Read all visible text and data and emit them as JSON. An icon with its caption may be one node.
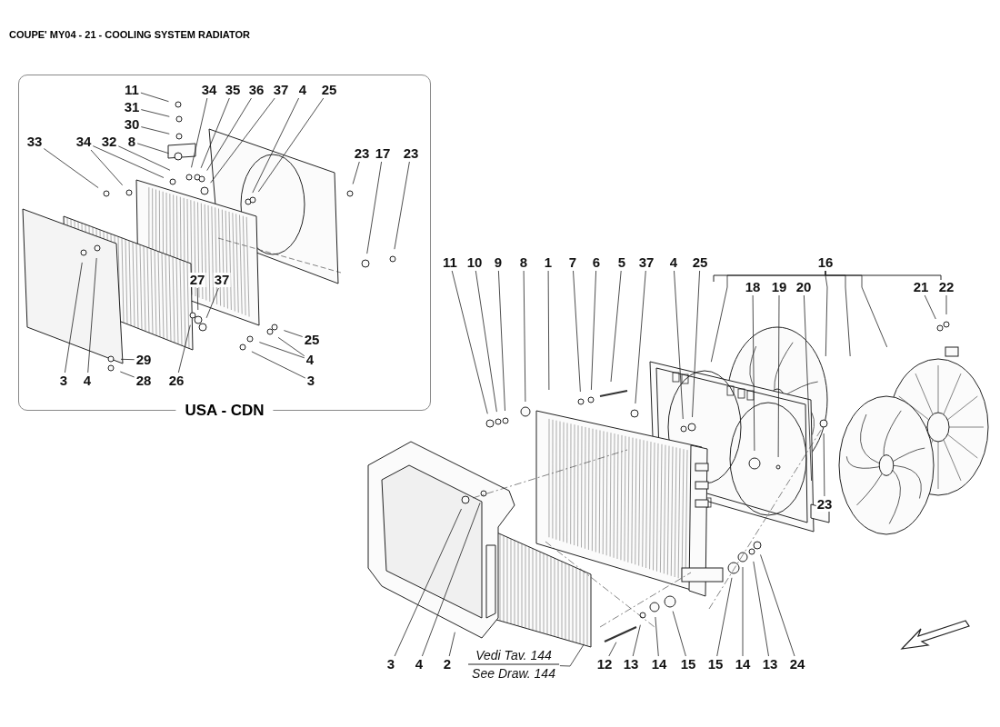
{
  "diagram": {
    "title": "COUPE' MY04 - 21 - COOLING SYSTEM RADIATOR",
    "nodes": [
      {
        "text": [
          "USA - CDN"
        ]
      },
      {
        "text": [
          "11"
        ],
        "in": 0
      },
      {
        "text": [
          "34"
        ],
        "in": 0
      },
      {
        "text": [
          "35"
        ],
        "in": 0
      },
      {
        "text": [
          "36"
        ],
        "in": 0
      },
      {
        "text": [
          "37"
        ],
        "in": 0
      },
      {
        "text": [
          "4"
        ],
        "in": 0
      },
      {
        "text": [
          "25"
        ],
        "in": 0
      },
      {
        "text": [
          "31"
        ],
        "in": 0
      },
      {
        "text": [
          "30"
        ],
        "in": 0
      },
      {
        "text": [
          "33"
        ],
        "in": 0
      },
      {
        "text": [
          "34"
        ],
        "in": 0
      },
      {
        "text": [
          "32"
        ],
        "in": 0
      },
      {
        "text": [
          "8"
        ],
        "in": 0
      },
      {
        "text": [
          "23"
        ],
        "in": 0
      },
      {
        "text": [
          "17"
        ],
        "in": 0
      },
      {
        "text": [
          "23"
        ],
        "in": 0
      },
      {
        "text": [
          "27"
        ],
        "in": 0
      },
      {
        "text": [
          "37"
        ],
        "in": 0
      },
      {
        "text": [
          "25"
        ],
        "in": 0
      },
      {
        "text": [
          "29"
        ],
        "in": 0
      },
      {
        "text": [
          "4"
        ],
        "in": 0
      },
      {
        "text": [
          "3"
        ],
        "in": 0
      },
      {
        "text": [
          "4"
        ],
        "in": 0
      },
      {
        "text": [
          "28"
        ],
        "in": 0
      },
      {
        "text": [
          "26"
        ],
        "in": 0
      },
      {
        "text": [
          "3"
        ],
        "in": 0
      },
      {
        "text": [
          "11"
        ]
      },
      {
        "text": [
          "10"
        ]
      },
      {
        "text": [
          "9"
        ]
      },
      {
        "text": [
          "8"
        ]
      },
      {
        "text": [
          "1"
        ]
      },
      {
        "text": [
          "7"
        ]
      },
      {
        "text": [
          "6"
        ]
      },
      {
        "text": [
          "5"
        ]
      },
      {
        "text": [
          "37"
        ]
      },
      {
        "text": [
          "4"
        ]
      },
      {
        "text": [
          "25"
        ]
      },
      {
        "text": [
          "16"
        ]
      },
      {
        "text": [
          "18"
        ]
      },
      {
        "text": [
          "19"
        ]
      },
      {
        "text": [
          "20"
        ]
      },
      {
        "text": [
          "21"
        ]
      },
      {
        "text": [
          "22"
        ]
      },
      {
        "text": [
          "23"
        ]
      },
      {
        "text": [
          "Vedi Tav. 144",
          "See Draw. 144"
        ]
      },
      {
        "text": [
          "3"
        ]
      },
      {
        "text": [
          "4"
        ]
      },
      {
        "text": [
          "2"
        ]
      },
      {
        "text": [
          "12"
        ]
      },
      {
        "text": [
          "13"
        ]
      },
      {
        "text": [
          "14"
        ]
      },
      {
        "text": [
          "15"
        ]
      },
      {
        "text": [
          "15"
        ]
      },
      {
        "text": [
          "14"
        ]
      },
      {
        "text": [
          "13"
        ]
      },
      {
        "text": [
          "24"
        ]
      }
    ],
    "edges": [
      {
        "from": 1,
        "to": null,
        "arrow": "none"
      },
      {
        "from": 2,
        "to": null,
        "arrow": "none"
      },
      {
        "from": 3,
        "to": null,
        "arrow": "none"
      },
      {
        "from": 4,
        "to": null,
        "arrow": "none"
      },
      {
        "from": 5,
        "to": null,
        "arrow": "none"
      },
      {
        "from": 6,
        "to": null,
        "arrow": "none"
      },
      {
        "from": 7,
        "to": null,
        "arrow": "none"
      },
      {
        "from": 8,
        "to": null,
        "arrow": "none"
      },
      {
        "from": 9,
        "to": null,
        "arrow": "none"
      },
      {
        "from": 10,
        "to": null,
        "arrow": "none"
      },
      {
        "from": 11,
        "to": null,
        "arrow": "none"
      },
      {
        "from": 11,
        "to": null,
        "arrow": "none"
      },
      {
        "from": 12,
        "to": null,
        "arrow": "none"
      },
      {
        "from": 13,
        "to": null,
        "arrow": "none"
      },
      {
        "from": 14,
        "to": null,
        "arrow": "none"
      },
      {
        "from": 15,
        "to": null,
        "arrow": "none"
      },
      {
        "from": 16,
        "to": null,
        "arrow": "none"
      },
      {
        "from": 17,
        "to": null,
        "arrow": "none"
      },
      {
        "from": 18,
        "to": null,
        "arrow": "none"
      },
      {
        "from": 19,
        "to": null,
        "arrow": "none"
      },
      {
        "from": 20,
        "to": null,
        "arrow": "none"
      },
      {
        "from": 21,
        "to": null,
        "arrow": "none"
      },
      {
        "from": 21,
        "to": null,
        "arrow": "none"
      },
      {
        "from": 22,
        "to": null,
        "arrow": "none"
      },
      {
        "from": 23,
        "to": null,
        "arrow": "none"
      },
      {
        "from": 24,
        "to": null,
        "arrow": "none"
      },
      {
        "from": 25,
        "to": null,
        "arrow": "none"
      },
      {
        "from": 26,
        "to": null,
        "arrow": "none"
      },
      {
        "from": 27,
        "to": null,
        "arrow": "none"
      },
      {
        "from": 28,
        "to": null,
        "arrow": "none"
      },
      {
        "from": 29,
        "to": null,
        "arrow": "none"
      },
      {
        "from": 30,
        "to": null,
        "arrow": "none"
      },
      {
        "from": 31,
        "to": null,
        "arrow": "none"
      },
      {
        "from": 32,
        "to": null,
        "arrow": "none"
      },
      {
        "from": 33,
        "to": null,
        "arrow": "none"
      },
      {
        "from": 34,
        "to": null,
        "arrow": "none"
      },
      {
        "from": 35,
        "to": null,
        "arrow": "none"
      },
      {
        "from": 36,
        "to": null,
        "arrow": "none"
      },
      {
        "from": 37,
        "to": null,
        "arrow": "none"
      },
      {
        "from": 38,
        "to": null,
        "arrow": "none"
      },
      {
        "from": 38,
        "to": null,
        "arrow": "none"
      },
      {
        "from": 38,
        "to": null,
        "arrow": "none"
      },
      {
        "from": 38,
        "to": null,
        "arrow": "none"
      },
      {
        "from": 39,
        "to": null,
        "arrow": "none"
      },
      {
        "from": 40,
        "to": null,
        "arrow": "none"
      },
      {
        "from": 41,
        "to": null,
        "arrow": "none"
      },
      {
        "from": 42,
        "to": null,
        "arrow": "none"
      },
      {
        "from": 43,
        "to": null,
        "arrow": "none"
      },
      {
        "from": 44,
        "to": null,
        "arrow": "none"
      },
      {
        "from": 45,
        "to": null,
        "arrow": "none"
      },
      {
        "from": 46,
        "to": null,
        "arrow": "none"
      },
      {
        "from": 47,
        "to": null,
        "arrow": "none"
      },
      {
        "from": 48,
        "to": null,
        "arrow": "none"
      },
      {
        "from": 49,
        "to": null,
        "arrow": "none"
      },
      {
        "from": 50,
        "to": null,
        "arrow": "none"
      },
      {
        "from": 51,
        "to": null,
        "arrow": "none"
      },
      {
        "from": 52,
        "to": null,
        "arrow": "none"
      },
      {
        "from": 53,
        "to": null,
        "arrow": "none"
      },
      {
        "from": 54,
        "to": null,
        "arrow": "none"
      },
      {
        "from": 55,
        "to": null,
        "arrow": "none"
      },
      {
        "from": 56,
        "to": null,
        "arrow": "none"
      }
    ]
  }
}
